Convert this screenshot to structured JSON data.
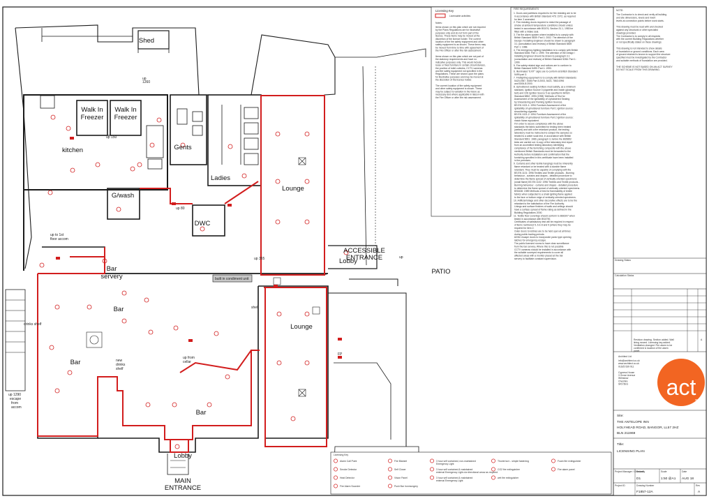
{
  "rooms": {
    "shed": "Shed",
    "walk_in_freezer_1": [
      "Walk In",
      "Freezer"
    ],
    "walk_in_freezer_2": [
      "Walk In",
      "Freezer"
    ],
    "kitchen": "kitchen",
    "gents": "Gents",
    "ladies": "Ladies",
    "lounge_upper": "Lounge",
    "gwash": "G/wash",
    "dwc": "DWC",
    "bar_servery": [
      "Bar",
      "servery"
    ],
    "bar_main": "Bar",
    "bar_left": "Bar",
    "bar_lower": "Bar",
    "lobby_right": "Lobby",
    "lobby_main": "Lobby",
    "lounge_lower": "Lounge",
    "patio": "PATIO",
    "accessible_entrance": [
      "ACCESSIBLE",
      "ENTRANCE"
    ],
    "main_entrance": [
      "MAIN",
      "ENTRANCE"
    ]
  },
  "annotations": {
    "up_1260": [
      "up",
      "1260"
    ],
    "up_150": "up 150",
    "up_80": "up 80",
    "up_to_first": [
      "up to 1st",
      "floor accom"
    ],
    "built_in_unit": "built in condiment unit",
    "up_365": "up 365",
    "shelf": "shelf",
    "drinks_shelf": "drinks shelf",
    "up_1290": [
      "up 1290",
      "escape",
      "from",
      "accom"
    ],
    "new_drinks_shelf": [
      "new",
      "drinks",
      "shelf"
    ],
    "up_from_cellar": [
      "up from",
      "cellar"
    ],
    "up_320": [
      "up",
      "1320"
    ],
    "fp_labels": "FP",
    "up_small": "up"
  },
  "key_box": {
    "title": "Licensing Key",
    "licensable": "Licensable activities",
    "notes_title": "Notes:",
    "notes": [
      "Items shown on this plan which are not required",
      "by the Plans Regulations are for illustrative",
      "purposes only and do not form part of the",
      "licence. These items may be moved at the",
      "discretion of the licence holder. The current",
      "location of the fire safety equipment and other",
      "safety equipment is as shown. These items may",
      "be moved from time to time with agreement of",
      "the Fire Officer or after fire risk assessment.",
      "",
      "Items shown on this plan which are not part of",
      "the statutory requirements and have no",
      "indicative purposes only. This would include",
      "loose or fixed furniture in certain circumstances,",
      "the position of toilet cubicles, CCTV cameras",
      "and fire safety equipment not specified in the",
      "Regulations. These are shown upon the plans",
      "for illustrative purposes and may be moved at",
      "the discretion of the licence holder.",
      "",
      "The current location of fire safety equipment",
      "and other safety equipment is shown. These",
      "may be subject to variation in the future as",
      "necessary and where applicable in liaison with",
      "the Fire Officer or after fire risk assessment."
    ]
  },
  "fire_notes": {
    "title": "FIRE REQUIREMENTS",
    "items": [
      "1. Doors and partitions required to be fire resisting are to be",
      "   in accordance with British Standard 476: 1972, as required",
      "   for item 3 amended.",
      "2. Fire resisting doors required to resist the passage of",
      "   smoke at ambient temperature conditions should unless",
      "   tested in accordance with BS476, Section 31.1, 1983 be",
      "   fitted with a intake seal.",
      "3. The fire alarm system where installed is to comply with",
      "   British Standard 5839: Part 1: 2002. The attention of the",
      "   Design / Installing Engineer should be drawn to paragraph",
      "   3.1 (consultation and reviews) of British Standard 5839",
      "   Part 1: 1988.",
      "4. The emergency lighting installation is to comply with British",
      "   Standard 5266: Part 1: 1999. The attention of the Design /",
      "   Installing Engineer should be drawn to paragraph 3.1",
      "   (consultation and reviews) of British Standard 5266: Part 1:",
      "   1999.",
      "5. Fire safety related sign and notices are to conform to",
      "   British Standard 5499: Part 1: 1990.",
      "6. Illuminated \"EXIT\" signs are to conform at British Standard",
      "   5499 part 3.",
      "7. Firefighting equipment is to comply with British Standards",
      "   5423:1987, 5306 Part 3:2003, 5423, 7863:1996",
      "   and 5306-8:2000.",
      "8. Upholstered seating furniture must satisfy, as a minimum",
      "   standard, Ignition Source 0 (cigarette and match (glowing)",
      "   test) and Crib Ignition Source 5 as specified in British",
      "   Standard 5852: 1990 (1998) 'Methods of Test for",
      "   Assessment of the Ignitability of Upholstered Seating",
      "   by Smouldering and Flaming Ignition Sources.",
      "   BS EN 1021-1: 1994 Furniture Assessment of the",
      "   ignitability of upholstered furniture Part 1 Ignition source:",
      "   smouldering cigarette.",
      "   BS EN 1021-2: 1994 Furniture Assessment of the",
      "   ignitability of upholstered furniture Part 2 Ignition source:",
      "   match flame equivalent.",
      "   If in order to secure compliance with the above",
      "   standards the fabric submitted for testing been treated",
      "   (wetted) and with a fire retardant product, the testing",
      "   laboratory must be instructed to subject the samples so",
      "   treated to a water soak test, in accordance with British",
      "   Standard 5651: 1989, paragraph 3, before the BS5852",
      "   tests are carried out. A copy of the laboratory test report",
      "   from an accredited testing laboratory identifying",
      "   compliance of the furnishing composite with the above",
      "   mentioned British Standards must be forwarded to the",
      "   Authority before installation and confirmation that the",
      "   furnishing specified in this certificate have been installed",
      "   in the premises.",
      "9. Curtains and other textile hangings must be inherently",
      "   flame retardant or be treated with a durable flame",
      "   retardant. They must be capable of complying with the",
      "   BS EN 1101: 1996 Textiles and Textile products - Burning",
      "   behaviour - curtains and drapes - detailed procedure to",
      "   determine the flame spread of vertically oriented specimens",
      "   (small flame) BS EN 1102: 1996 Textiles and Textile products -",
      "   Burning behaviour - curtains and drapes - detailed procedure",
      "   to determine the flame spread of vertically oriented specimens.",
      "   BS5438: 1989 Methods of test for flammability of textile",
      "   fabrics when subjected to a small igniting flame applied",
      "   to the face or bottom edge of vertically oriented specimens.",
      "10. Artificial foliage and other decorative effects are to be the",
      "   retardant to the satisfaction of the Fire Authority.",
      "   Linings and surface finishes of walls and ceilings should",
      "   have a surface spread of flame rating as defined in the",
      "   Building Regulations 2000.",
      "11. Textile floor coverings should conform to BS6307 when",
      "   tested in accordance with BS4790.",
      "   Certificates of satisfactory test will be required in respect",
      "   of items numbered 5, 6 & 8 and 9 (where they may be",
      "   required for item 2.",
      "   Outer doors to lobbies are to be held open at all times",
      "   during public trading periods.",
      "   All fire escape doors to incorporate panic type opening",
      "   latches for emergency escape.",
      "   The public licensed rooms to have clear surveillance",
      "   from the bar servery. Where this is not possible",
      "   CCTV cameras should be installed in accordance with",
      "   the suitable surveyed requirements to cover all",
      "   affected areas with a monitor placed at the bar",
      "   servery to facilitate constant supervision."
    ]
  },
  "legend": {
    "title": "Licensing Key",
    "items": [
      "Alarm Call Point",
      "Smoke Detector",
      "Heat Detector",
      "Fire Alarm Sounder",
      "Fire Blanket",
      "Self Closer",
      "Vision Panel",
      "Push Bar Ironmongery",
      "3 hour self contained, non-maintained Emergency Light",
      "3 hour self contained & maintained external Emergency Light c/w directional arrow as required",
      "3 hour self contained & maintained external Emergency Light",
      "Thumb turn - simple fastening",
      "CO2 fire extinguisher",
      "wet fire extinguisher",
      "Foam fire extinguisher",
      "Fire alarm panel"
    ]
  },
  "title_block": {
    "notes_heading": "NOTE:",
    "notes": [
      "The Contractor is to check and verify all building",
      "and site dimensions, levels and invert",
      "levels at connection points before work starts.",
      "",
      "This drawing must be read with and checked",
      "against any structural or other specialist",
      "drawings provided.",
      "The Contractor is to comply in all respects",
      "with the current Building Regulations whether",
      "or not specifically stated on these drawings.",
      "",
      "This drawing is not intended to show details",
      "of foundation or ground conditions. Each area",
      "of ground retained is known to support the structure",
      "specified must be investigated by the Contractor",
      "and suitable methods of foundation are provided.",
      "",
      "THE SCHEME IS NOT BASED ON AN ACT SURVEY",
      "DO NOT SCALE FROM THIS DRAWING."
    ],
    "drawing_status": "Drawing Status",
    "calculation_status": "Calculation Status",
    "rev_a_note": "Revision drawing. Section added. Wall lining moved. Licensing key added. Ventilation changed. Fire alarm to be confirmed & location of fire alarm panel.",
    "rev_letter": "A",
    "architect_name": "Architect Ltd",
    "contact_lines": [
      "info@architect.co.uk",
      "www.architect.co.uk",
      "01625 539 911",
      "",
      "Cypress House",
      "3 Grove Avenue",
      "Wilmslow",
      "Cheshire",
      "SK9 5EG"
    ],
    "brand": "act",
    "brand_sub": "architects",
    "site_label": "Site:",
    "site_lines": [
      "THE ANTELOPE INN",
      "HOLYHEAD ROAD, BANGOR, LL57 2HZ",
      "BLN 211969"
    ],
    "title_label": "Title:",
    "title": "LICENSING PLAN",
    "row1_labels": [
      "Project Manager / Checked",
      "Security",
      "Scale",
      "Date"
    ],
    "row1_values": [
      "",
      "D1",
      "1:50 @A1",
      "AUG 18"
    ],
    "row2_labels": [
      "Project ID",
      "Drawing Number",
      "Rev"
    ],
    "row2_values": [
      "",
      "F1857-12A",
      "A"
    ]
  },
  "colors": {
    "licensable": "#d21d1d",
    "line": "#1a1a1a",
    "brand": "#f26522",
    "grey_fill": "#c8c8c8"
  }
}
